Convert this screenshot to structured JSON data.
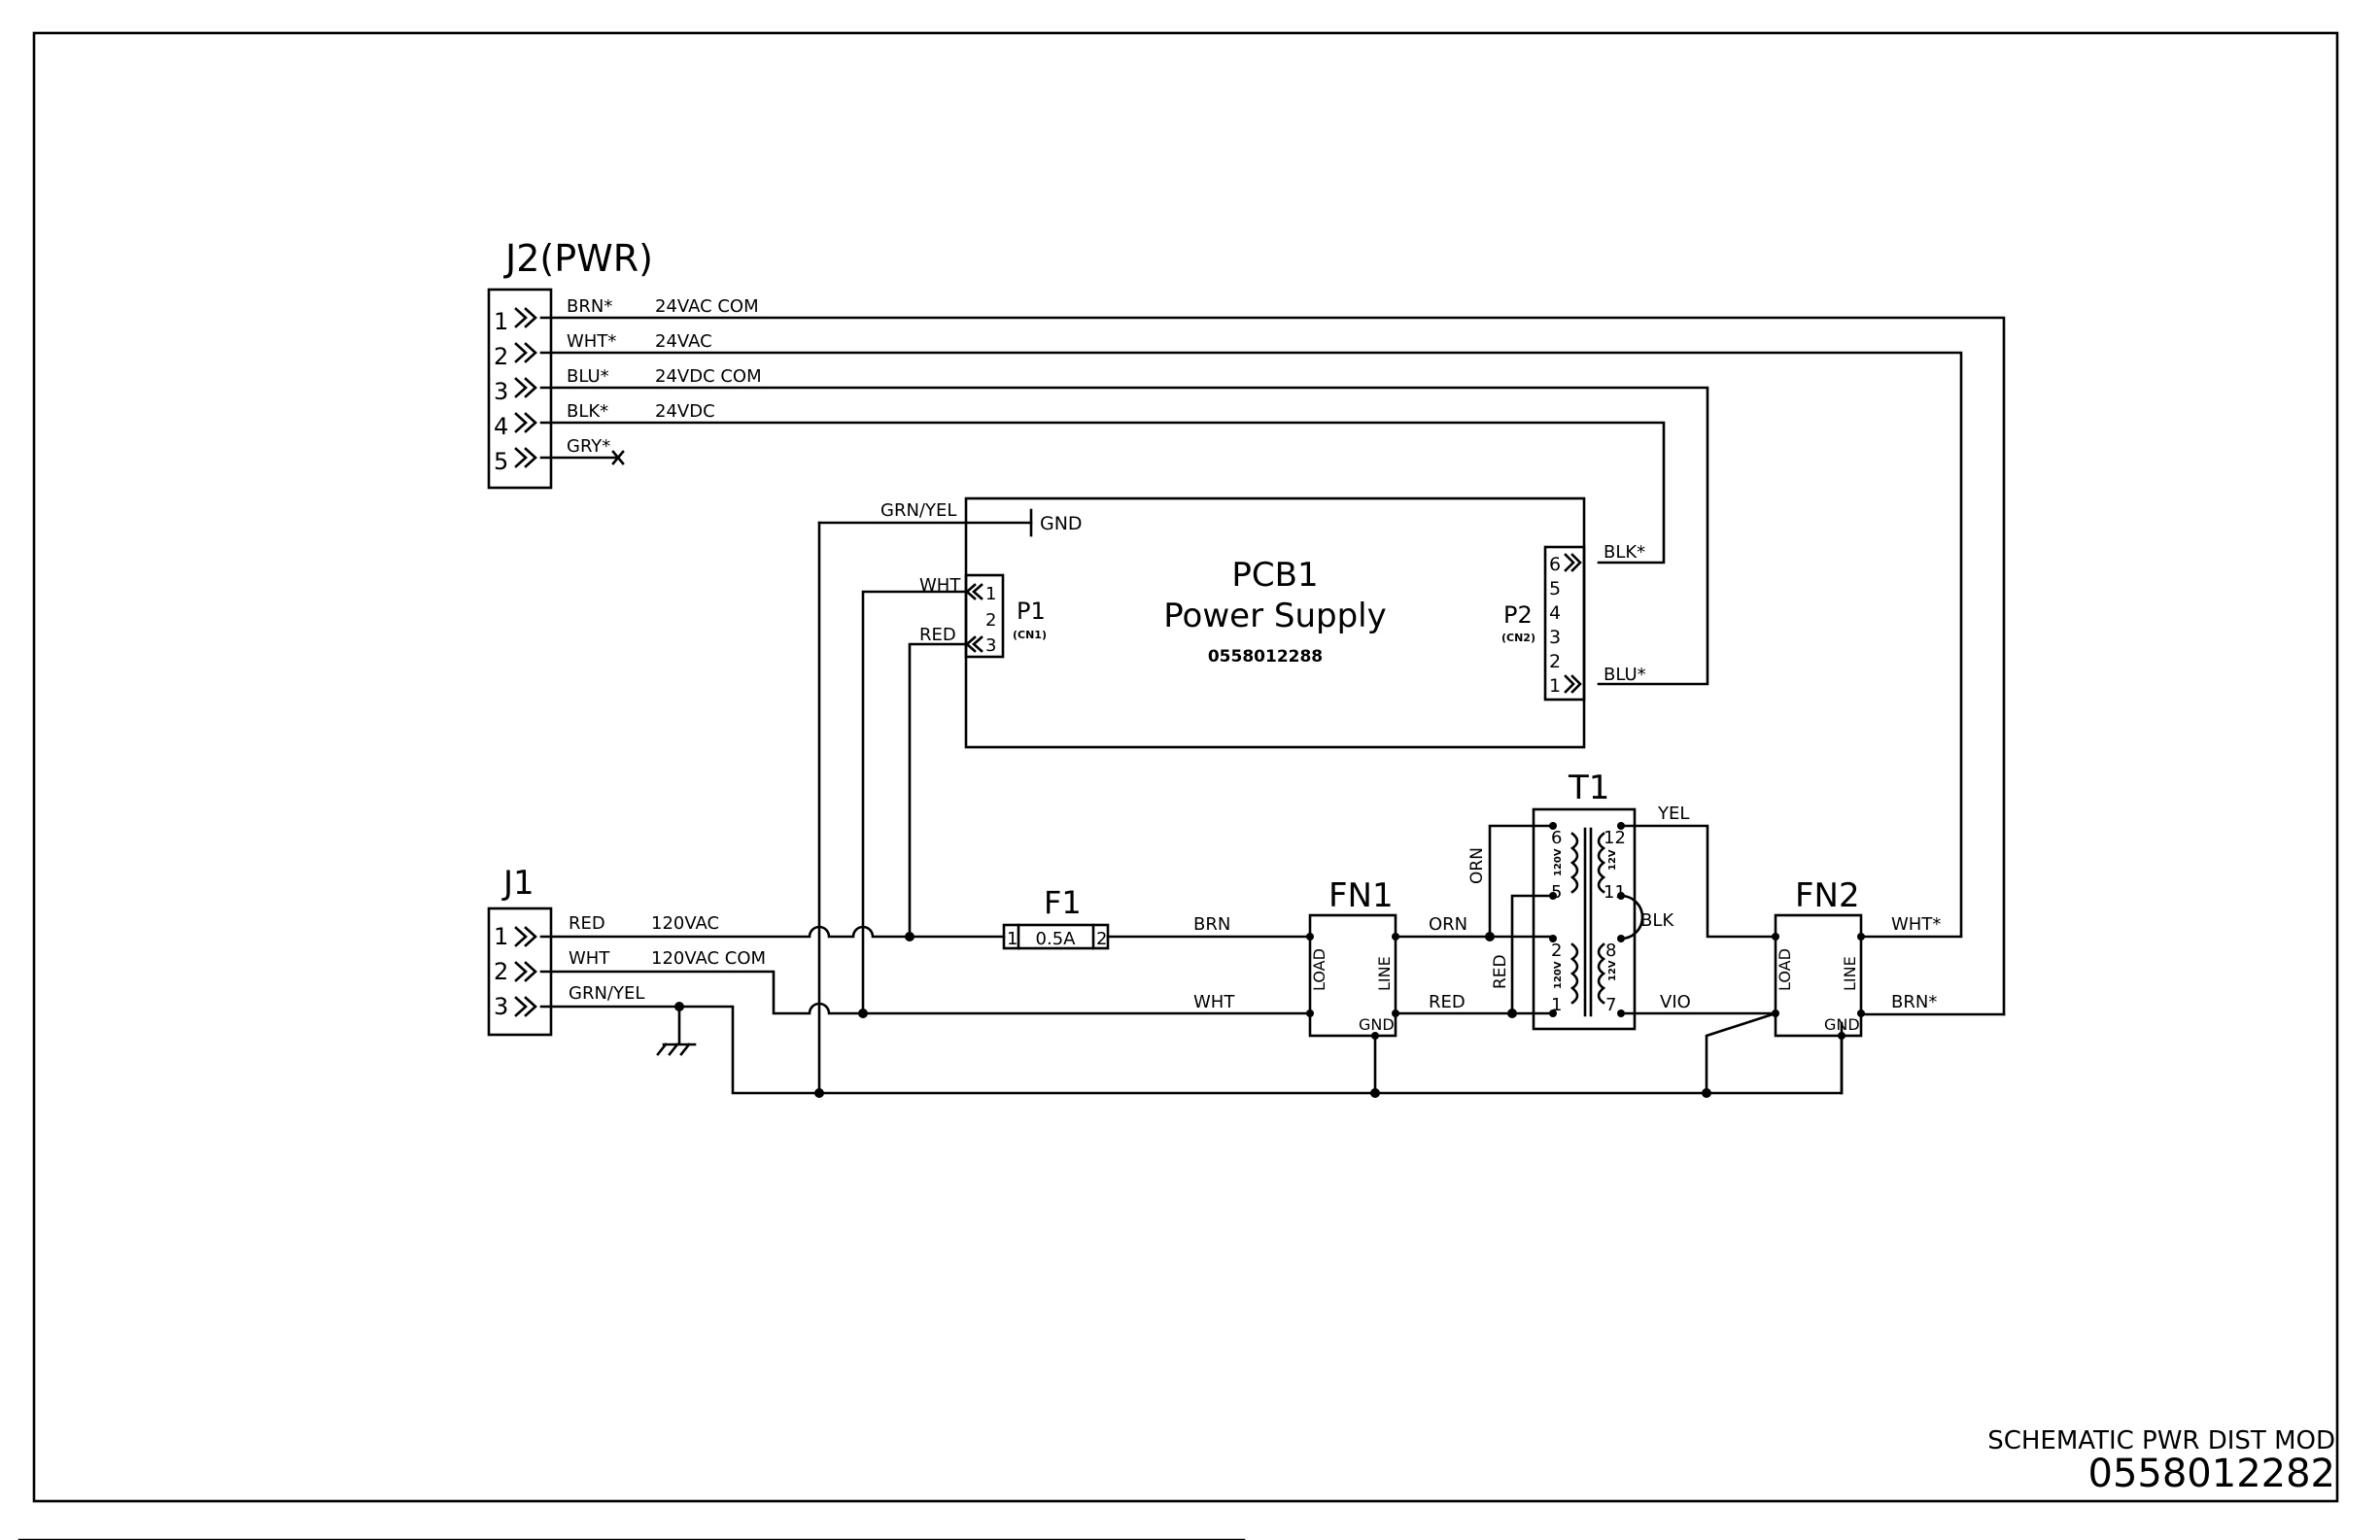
{
  "title_block": {
    "title": "SCHEMATIC PWR DIST MOD",
    "number": "0558012282"
  },
  "j2": {
    "ref": "J2(PWR)",
    "pins": [
      {
        "n": "1",
        "color": "BRN*",
        "signal": "24VAC COM"
      },
      {
        "n": "2",
        "color": "WHT*",
        "signal": "24VAC"
      },
      {
        "n": "3",
        "color": "BLU*",
        "signal": "24VDC COM"
      },
      {
        "n": "4",
        "color": "BLK*",
        "signal": "24VDC"
      },
      {
        "n": "5",
        "color": "GRY*",
        "signal": ""
      }
    ]
  },
  "pcb1": {
    "ref": "PCB1",
    "name": "Power Supply",
    "part": "0558012288",
    "gnd": "GND",
    "p1": {
      "ref": "P1",
      "sub": "(CN1)",
      "pins": [
        "1",
        "2",
        "3"
      ],
      "wires": [
        "WHT",
        "RED"
      ]
    },
    "p2": {
      "ref": "P2",
      "sub": "(CN2)",
      "pins": [
        "6",
        "5",
        "4",
        "3",
        "2",
        "1"
      ],
      "wires": [
        "BLK*",
        "BLU*"
      ]
    },
    "gnd_wire": "GRN/YEL"
  },
  "j1": {
    "ref": "J1",
    "pins": [
      {
        "n": "1",
        "color": "RED",
        "signal": "120VAC"
      },
      {
        "n": "2",
        "color": "WHT",
        "signal": "120VAC COM"
      },
      {
        "n": "3",
        "color": "GRN/YEL",
        "signal": ""
      }
    ]
  },
  "f1": {
    "ref": "F1",
    "rating": "0.5A",
    "pin_a": "1",
    "pin_b": "2"
  },
  "fn1": {
    "ref": "FN1",
    "load": "LOAD",
    "line": "LINE",
    "gnd": "GND"
  },
  "fn2": {
    "ref": "FN2",
    "load": "LOAD",
    "line": "LINE",
    "gnd": "GND"
  },
  "t1": {
    "ref": "T1",
    "primary": "120V",
    "secondary": "12V",
    "pins_left": [
      "6",
      "5",
      "2",
      "1"
    ],
    "pins_right": [
      "12",
      "11",
      "8",
      "7"
    ]
  },
  "wires": {
    "brn": "BRN",
    "wht": "WHT",
    "orn": "ORN",
    "red": "RED",
    "orn_v": "ORN",
    "red_v": "RED",
    "yel": "YEL",
    "blk": "BLK",
    "vio": "VIO",
    "fn2_wht": "WHT*",
    "fn2_brn": "BRN*"
  }
}
